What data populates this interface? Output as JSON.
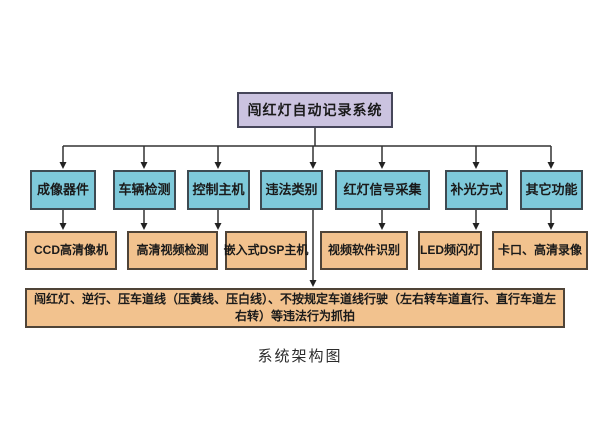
{
  "diagram": {
    "root": {
      "label": "闯红灯自动记录系统"
    },
    "level2": [
      {
        "label": "成像器件"
      },
      {
        "label": "车辆检测"
      },
      {
        "label": "控制主机"
      },
      {
        "label": "违法类别"
      },
      {
        "label": "红灯信号采集"
      },
      {
        "label": "补光方式"
      },
      {
        "label": "其它功能"
      }
    ],
    "level3": [
      {
        "label": "CCD高清像机"
      },
      {
        "label": "高清视频检测"
      },
      {
        "label": "嵌入式DSP主机"
      },
      {
        "label": "视频软件识别"
      },
      {
        "label": "LED频闪灯"
      },
      {
        "label": "卡口、高清录像"
      }
    ],
    "bottom": {
      "label": "闯红灯、逆行、压车道线（压黄线、压白线）、不按规定车道线行驶（左右转车道直行、直行车道左右转）等违法行为抓拍"
    },
    "caption": "系统架构图"
  },
  "colors": {
    "root_fill": "#cbc3e0",
    "level2_fill": "#7ec9da",
    "level3_fill": "#f2c28e",
    "bottom_fill": "#f2c28e",
    "line": "#333333",
    "text": "#1a1a1a",
    "background": "#ffffff"
  }
}
